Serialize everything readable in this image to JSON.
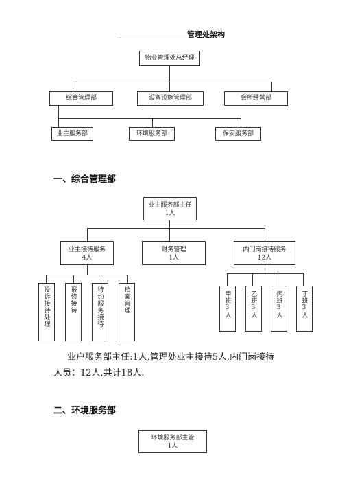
{
  "doc": {
    "title": "管理处架构",
    "top_chart": {
      "root": "物业管理处总经理",
      "level2": [
        "综合管理部",
        "设备设施管理部",
        "会所经营部"
      ],
      "level3": [
        "业主服务部",
        "环境服务部",
        "保安服务部"
      ]
    },
    "section1": {
      "heading": "一、综合管理部",
      "root_line1": "业主服务部主任",
      "root_line2": "1人",
      "mid": [
        {
          "line1": "业主接待服务",
          "line2": "4人"
        },
        {
          "line1": "财务管理",
          "line2": "1人"
        },
        {
          "line1": "内门岗接待服务",
          "line2": "12人"
        }
      ],
      "left_leaves": [
        "投诉接待处理",
        "报修接待",
        "特约服务接待",
        "档案管理"
      ],
      "right_leaves": [
        "甲班3人",
        "乙班3人",
        "丙班3人",
        "丁班3人"
      ],
      "paragraph_line1": "业户服务部主任:1人,管理处业主接待5人,内门岗接待",
      "paragraph_line2": "人员：12人,共计18人."
    },
    "section2": {
      "heading": "二、环境服务部",
      "root_line1": "环境服务部主管",
      "root_line2": "1人"
    }
  }
}
